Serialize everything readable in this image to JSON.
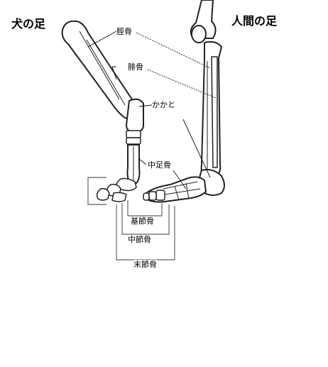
{
  "titles": {
    "dog": "犬の足",
    "human": "人間の足"
  },
  "labels": {
    "tibia": "脛骨",
    "fibula": "腓骨",
    "heel": "かかと",
    "metatarsal": "中足骨",
    "proximal_phalanx": "基節骨",
    "middle_phalanx": "中節骨",
    "distal_phalanx": "末節骨"
  }
}
